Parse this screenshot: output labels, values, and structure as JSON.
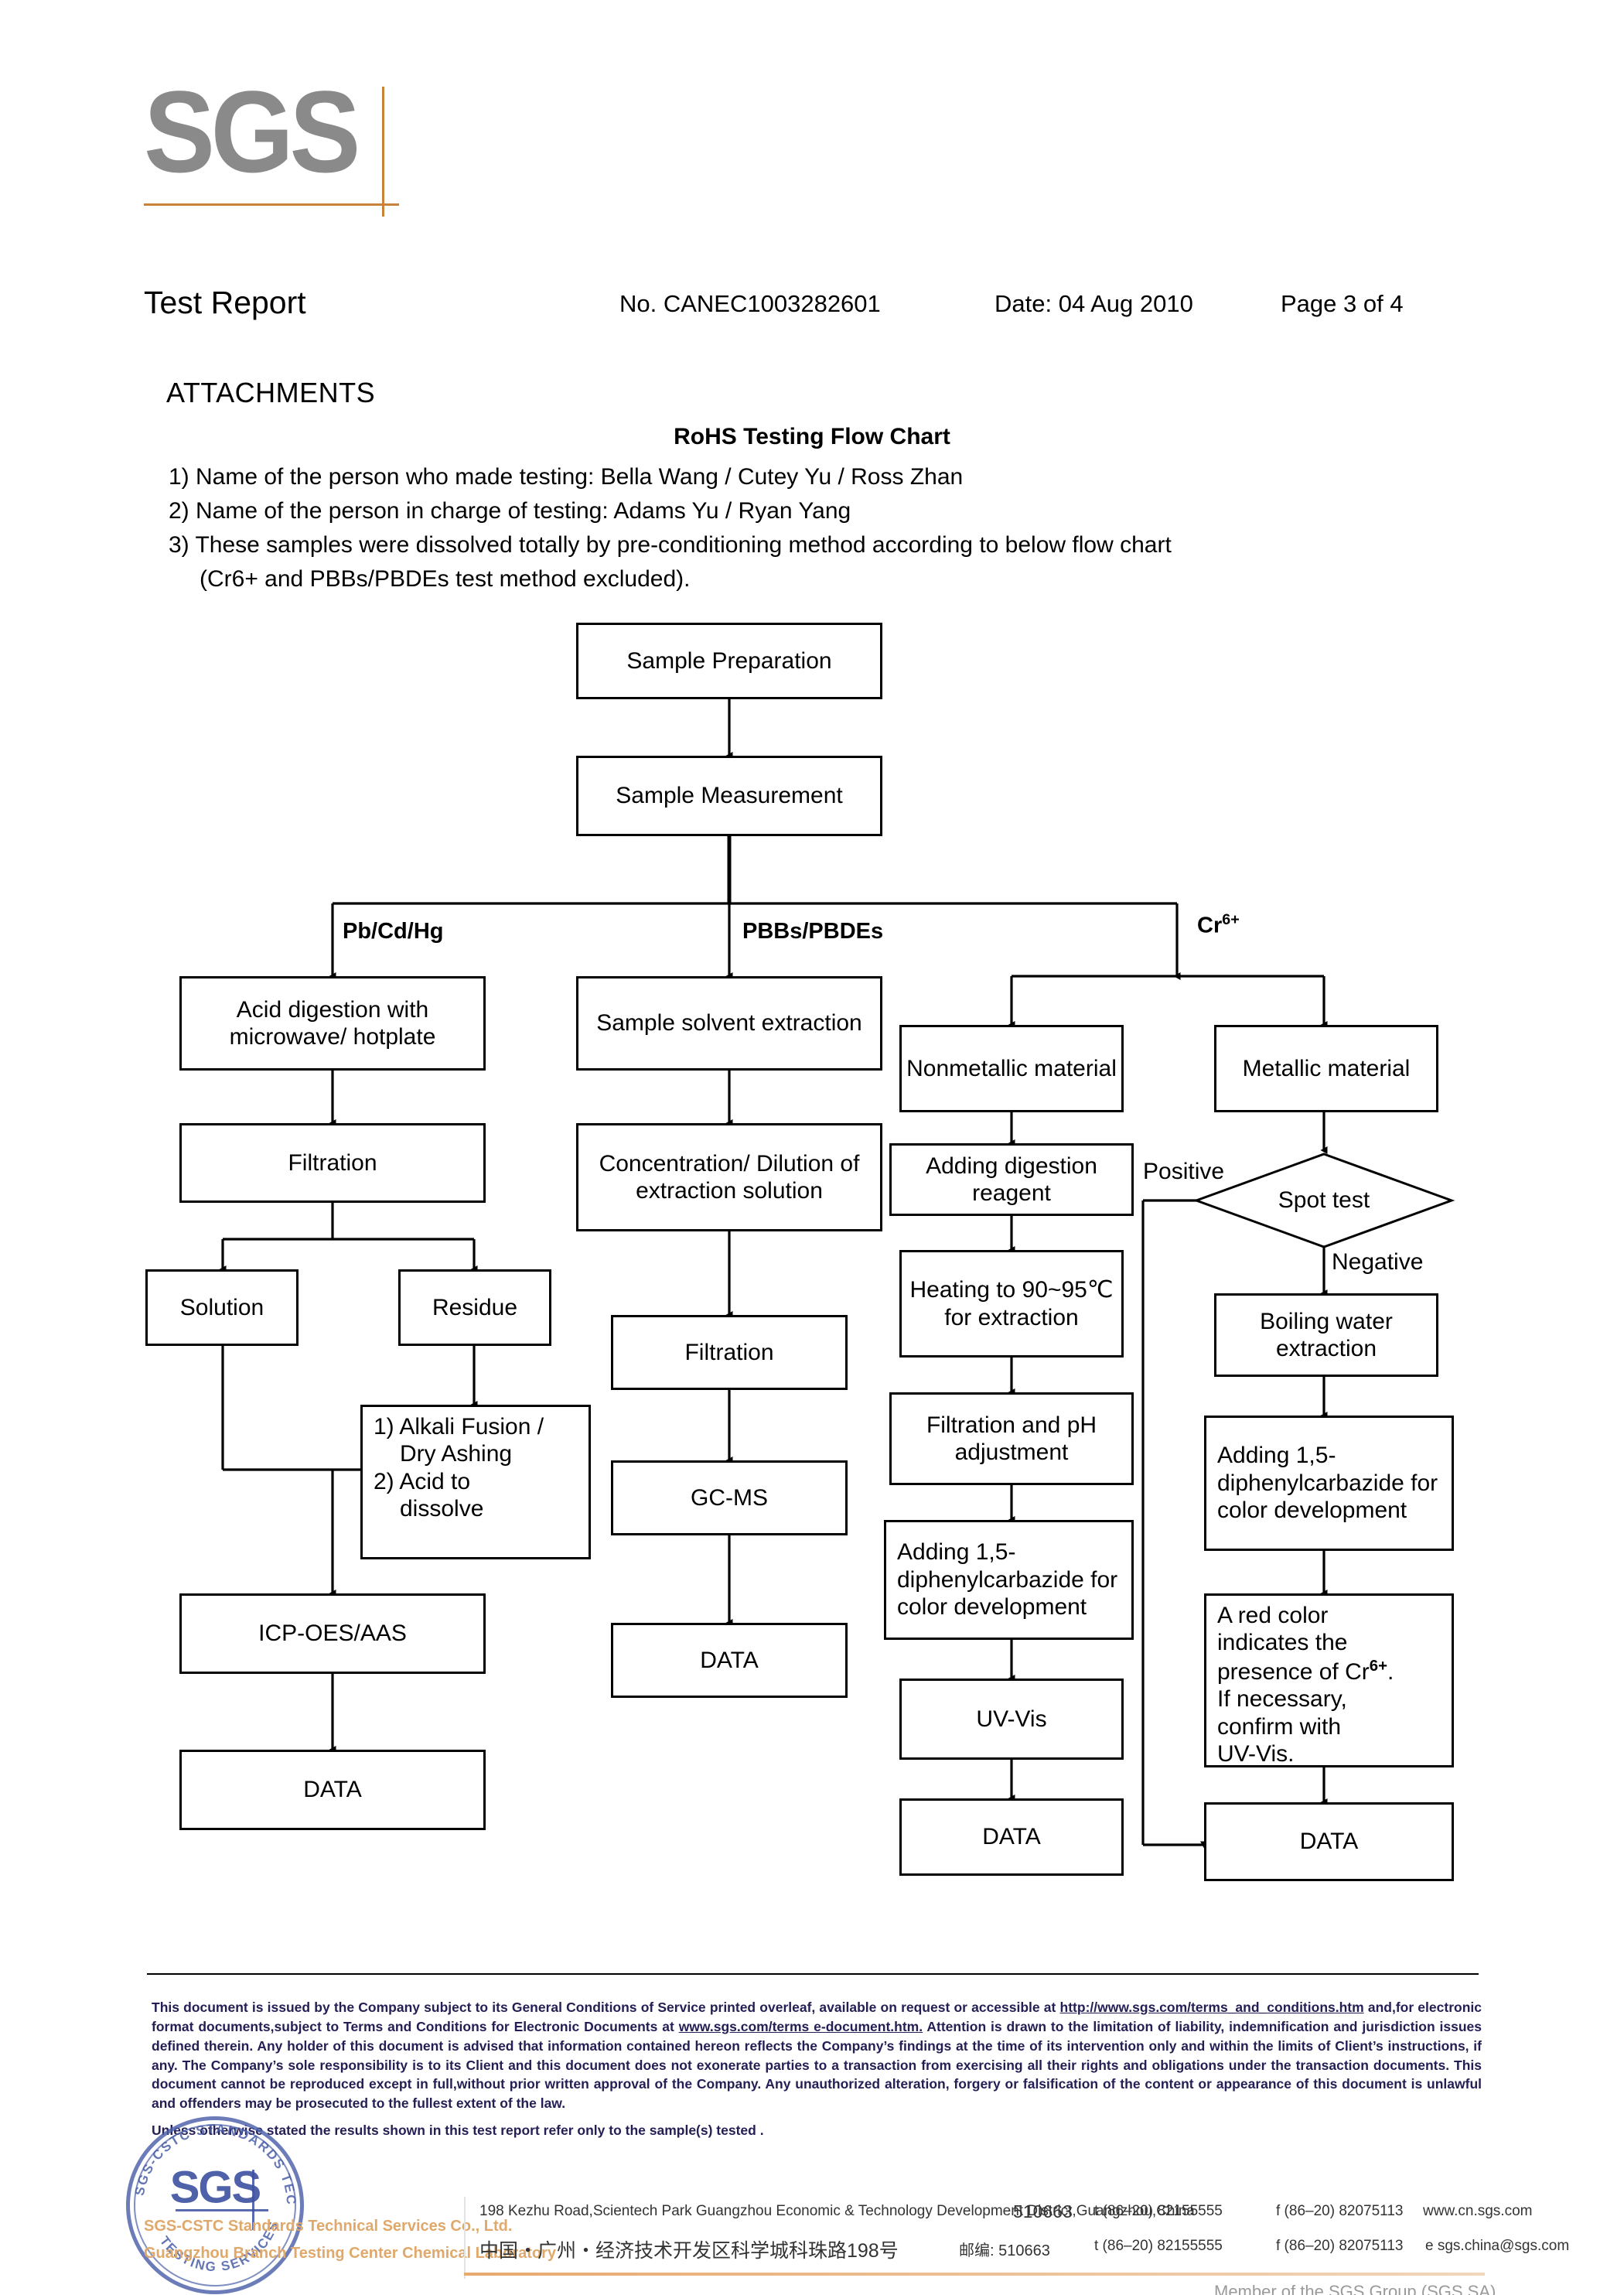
{
  "logo": {
    "text": "SGS"
  },
  "header": {
    "title": "Test Report",
    "report_no": "No. CANEC1003282601",
    "date": "Date: 04 Aug 2010",
    "page": "Page 3 of 4"
  },
  "attachments": {
    "section_title": "ATTACHMENTS",
    "chart_title": "RoHS Testing Flow Chart",
    "note1": "1) Name of the person who made testing: Bella Wang / Cutey Yu / Ross Zhan",
    "note2": "2) Name of the person in charge of testing: Adams Yu / Ryan Yang",
    "note3": "3) These samples were dissolved totally by pre-conditioning method according to below flow chart",
    "note3b": "(Cr6+ and PBBs/PBDEs test method excluded)."
  },
  "flowchart": {
    "start": "Sample Preparation",
    "measure": "Sample Measurement",
    "branch_labels": {
      "metals": "Pb/Cd/Hg",
      "flame": "PBBs/PBDEs",
      "chrome": "Cr"
    },
    "chrome_sup": "6+",
    "metals_path": {
      "acid_digestion": "Acid digestion with microwave/ hotplate",
      "filtration": "Filtration",
      "solution": "Solution",
      "residue": "Residue",
      "alkali": "1) Alkali Fusion / Dry Ashing\n2) Acid to dissolve",
      "alkali_l1": "1) Alkali Fusion /",
      "alkali_l2": "Dry Ashing",
      "alkali_l3": "2) Acid to",
      "alkali_l4": "dissolve",
      "instrument": "ICP-OES/AAS",
      "data": "DATA"
    },
    "flame_path": {
      "solvent_extraction": "Sample solvent extraction",
      "concentration": "Concentration/ Dilution of extraction solution",
      "filtration": "Filtration",
      "gcms": "GC-MS",
      "data": "DATA"
    },
    "nonmetallic_path": {
      "material": "Nonmetallic material",
      "digestion_reagent": "Adding digestion reagent",
      "heating": "Heating to 90~95℃  for extraction",
      "filtration_ph": "Filtration and pH adjustment",
      "color_dev": "Adding 1,5-diphenylcarbazide for color development",
      "uvvis": "UV-Vis",
      "data": "DATA"
    },
    "metallic_path": {
      "material": "Metallic material",
      "spot_test": "Spot test",
      "positive": "Positive",
      "negative": "Negative",
      "boiling": "Boiling water extraction",
      "color_dev": "Adding 1,5-diphenylcarbazide for color development",
      "red_color_l1": "A red color",
      "red_color_l2": "indicates the",
      "red_color_l3": "presence of Cr",
      "red_color_sup": "6+",
      "red_color_l3b": ".",
      "red_color_l4": "If necessary,",
      "red_color_l5": "confirm with",
      "red_color_l6": "UV-Vis.",
      "data": "DATA"
    }
  },
  "footer": {
    "legal_p1": "This document is issued by the Company subject to its General Conditions of Service printed overleaf, available on request or accessible at ",
    "legal_link1": "http://www.sgs.com/terms_and_conditions.htm",
    "legal_p2": " and,for electronic format documents,subject to Terms and Conditions for Electronic Documents at ",
    "legal_link2": "www.sgs.com/terms e-document.htm.",
    "legal_p3": " Attention is drawn to the limitation of liability, indemnification and jurisdiction issues defined therein. Any holder of this document is advised that information contained hereon reflects the Company’s findings  at the time of its intervention only and within the limits of Client’s  instructions,  if any.  The Company’s  sole  responsibility  is to its Client and this document does not exonerate parties to a transaction from exercising all their rights and obligations under the transaction documents. This document cannot be reproduced except in full,without prior written approval of the Company. Any unauthorized alteration, forgery or falsification of the content or appearance of this document is unlawful and offenders may be prosecuted to the fullest extent of the law.",
    "legal_last": "Unless otherwise stated the results shown in this test report refer only to the sample(s) tested .",
    "stamp_text": "SGS",
    "stamp_arc_top": "SGS-CSTC STANDARDS TECHNICAL SERVICES CO.,LTD.",
    "stamp_arc_bottom": "TESTING SERVICES",
    "company_line1": "SGS-CSTC Standards Technical Services  Co.,  Ltd.",
    "company_line2": "Guangzhou Branch Testing Center Chemical Laboratory",
    "address_en": "198 Kezhu Road,Scientech Park Guangzhou Economic & Technology Development District,Guangzhou,China",
    "address_cn": "中国・广州・经济技术开发区科学城科珠路198号",
    "zip_en": "510663",
    "zip_cn": "邮编: 510663",
    "tel": "t (86–20) 82155555",
    "fax": "f (86–20) 82075113",
    "website": "www.cn.sgs.com",
    "email": "e sgs.china@sgs.com",
    "member": "Member of the SGS Group (SGS SA)"
  }
}
